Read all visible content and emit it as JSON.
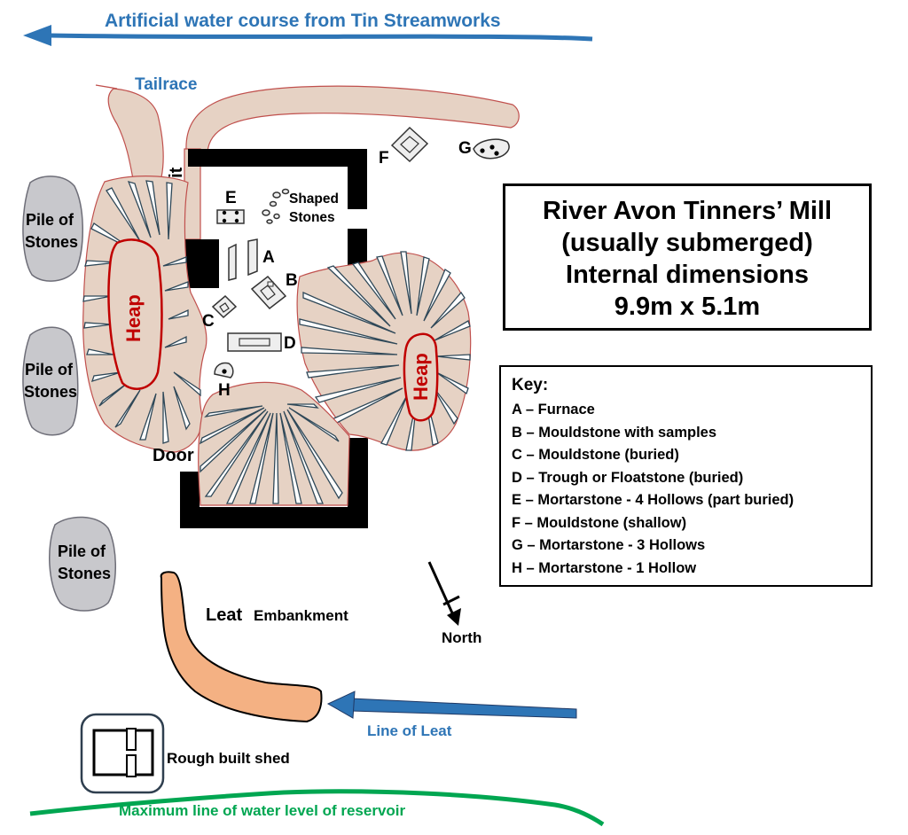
{
  "labels": {
    "water_course": "Artificial water course from Tin Streamworks",
    "tailrace": "Tailrace",
    "wheelpit": "Wheelpit",
    "shaped_stones_1": "Shaped",
    "shaped_stones_2": "Stones",
    "pile_of": "Pile of",
    "stones": "Stones",
    "heap": "Heap",
    "door": "Door",
    "leat": "Leat",
    "embankment": "Embankment",
    "north": "North",
    "line_of_leat": "Line of Leat",
    "shed": "Rough built shed",
    "reservoir": "Maximum line of water level of reservoir"
  },
  "letters": {
    "A": "A",
    "B": "B",
    "C": "C",
    "D": "D",
    "E": "E",
    "F": "F",
    "G": "G",
    "H": "H"
  },
  "title": {
    "line1": "River Avon Tinners’ Mill",
    "line2": "(usually submerged)",
    "line3": "Internal dimensions",
    "line4": "9.9m x 5.1m"
  },
  "key": {
    "title": "Key:",
    "items": [
      "A – Furnace",
      "B – Mouldstone with samples",
      "C – Mouldstone (buried)",
      "D – Trough or Floatstone (buried)",
      "E – Mortarstone  - 4 Hollows (part buried)",
      "F – Mouldstone (shallow)",
      "G – Mortarstone  - 3 Hollows",
      "H – Mortarstone  - 1 Hollow"
    ]
  },
  "colors": {
    "water_blue": "#2e75b6",
    "reservoir_green": "#00a651",
    "heap_red": "#c00000",
    "spoil_fill": "#e6d2c4",
    "leat_fill": "#f4b183"
  }
}
